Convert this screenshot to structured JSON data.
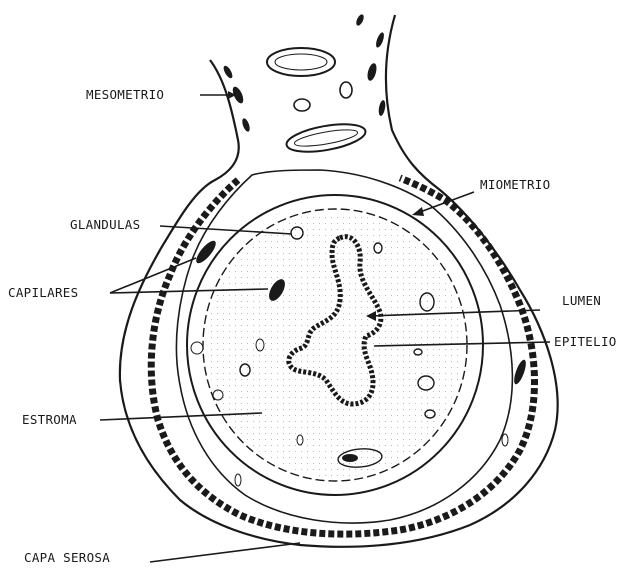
{
  "labels": {
    "mesometrio": "MESOMETRIO",
    "miometrio": "MIOMETRIO",
    "glandulas": "GLANDULAS",
    "capilares": "CAPILARES",
    "lumen": "LUMEN",
    "epitelio": "EPITELIO",
    "estroma": "ESTROMA",
    "capa_serosa": "CAPA SEROSA"
  },
  "colors": {
    "ink": "#1a1a1a",
    "background": "#ffffff"
  }
}
